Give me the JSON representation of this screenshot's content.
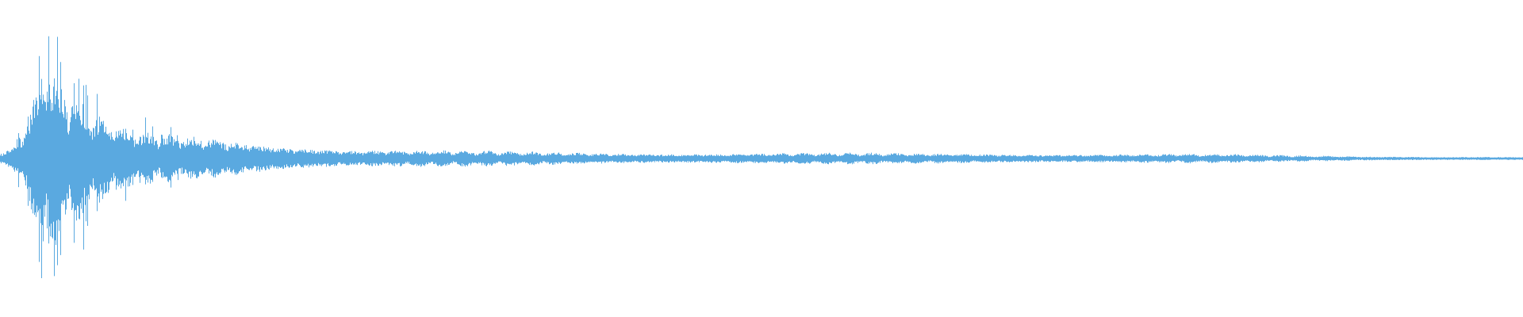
{
  "waveform": {
    "color": "#5aa9e0",
    "background": "#ffffff",
    "envelope_profile": [
      {
        "t": 0.0,
        "amp": 0.06
      },
      {
        "t": 0.008,
        "amp": 0.12
      },
      {
        "t": 0.015,
        "amp": 0.3
      },
      {
        "t": 0.02,
        "amp": 0.55
      },
      {
        "t": 0.025,
        "amp": 0.82
      },
      {
        "t": 0.03,
        "amp": 1.0
      },
      {
        "t": 0.035,
        "amp": 0.9
      },
      {
        "t": 0.045,
        "amp": 0.7
      },
      {
        "t": 0.06,
        "amp": 0.48
      },
      {
        "t": 0.08,
        "amp": 0.32
      },
      {
        "t": 0.1,
        "amp": 0.26
      },
      {
        "t": 0.13,
        "amp": 0.26
      },
      {
        "t": 0.16,
        "amp": 0.22
      },
      {
        "t": 0.19,
        "amp": 0.15
      },
      {
        "t": 0.23,
        "amp": 0.1
      },
      {
        "t": 0.3,
        "amp": 0.08
      },
      {
        "t": 0.4,
        "amp": 0.065
      },
      {
        "t": 0.5,
        "amp": 0.06
      },
      {
        "t": 0.6,
        "amp": 0.055
      },
      {
        "t": 0.7,
        "amp": 0.055
      },
      {
        "t": 0.78,
        "amp": 0.05
      },
      {
        "t": 0.84,
        "amp": 0.035
      },
      {
        "t": 0.9,
        "amp": 0.025
      },
      {
        "t": 1.0,
        "amp": 0.02
      }
    ]
  }
}
